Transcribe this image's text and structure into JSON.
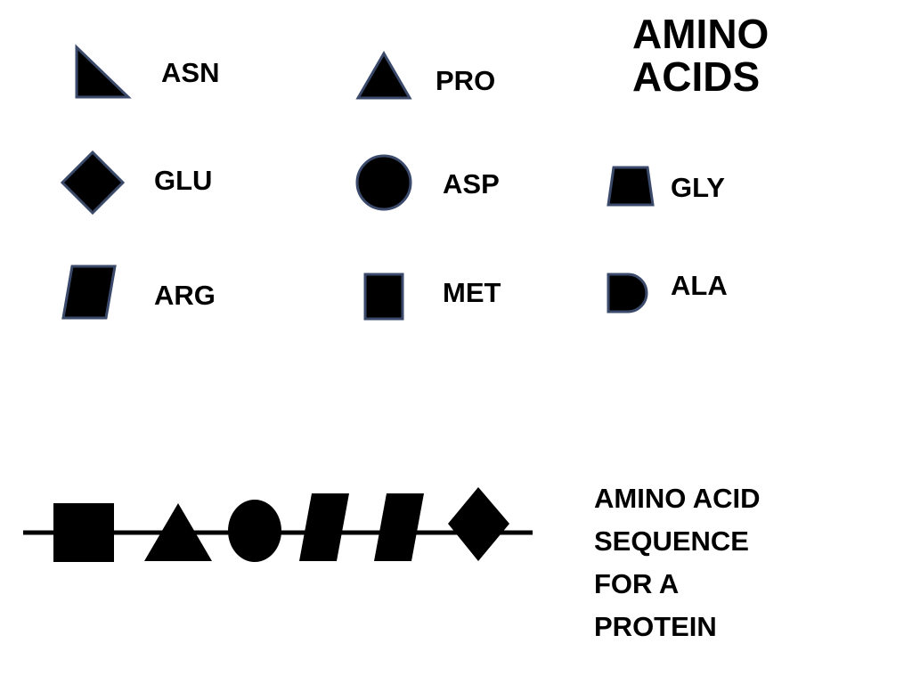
{
  "title": [
    "AMINO",
    "ACIDS"
  ],
  "legend": [
    {
      "code": "ASN",
      "shape": "right-triangle"
    },
    {
      "code": "PRO",
      "shape": "triangle"
    },
    {
      "code": "GLU",
      "shape": "diamond"
    },
    {
      "code": "ASP",
      "shape": "circle"
    },
    {
      "code": "GLY",
      "shape": "trapezoid"
    },
    {
      "code": "ARG",
      "shape": "parallelogram"
    },
    {
      "code": "MET",
      "shape": "square"
    },
    {
      "code": "ALA",
      "shape": "d-shape"
    }
  ],
  "sequence": {
    "items": [
      "square",
      "triangle",
      "circle",
      "parallelogram",
      "parallelogram",
      "diamond"
    ]
  },
  "caption": [
    "AMINO ACID",
    "SEQUENCE",
    "FOR A",
    "PROTEIN"
  ],
  "colors": {
    "fill": "#000000",
    "stroke": "#3b4a6b",
    "line": "#000000"
  }
}
